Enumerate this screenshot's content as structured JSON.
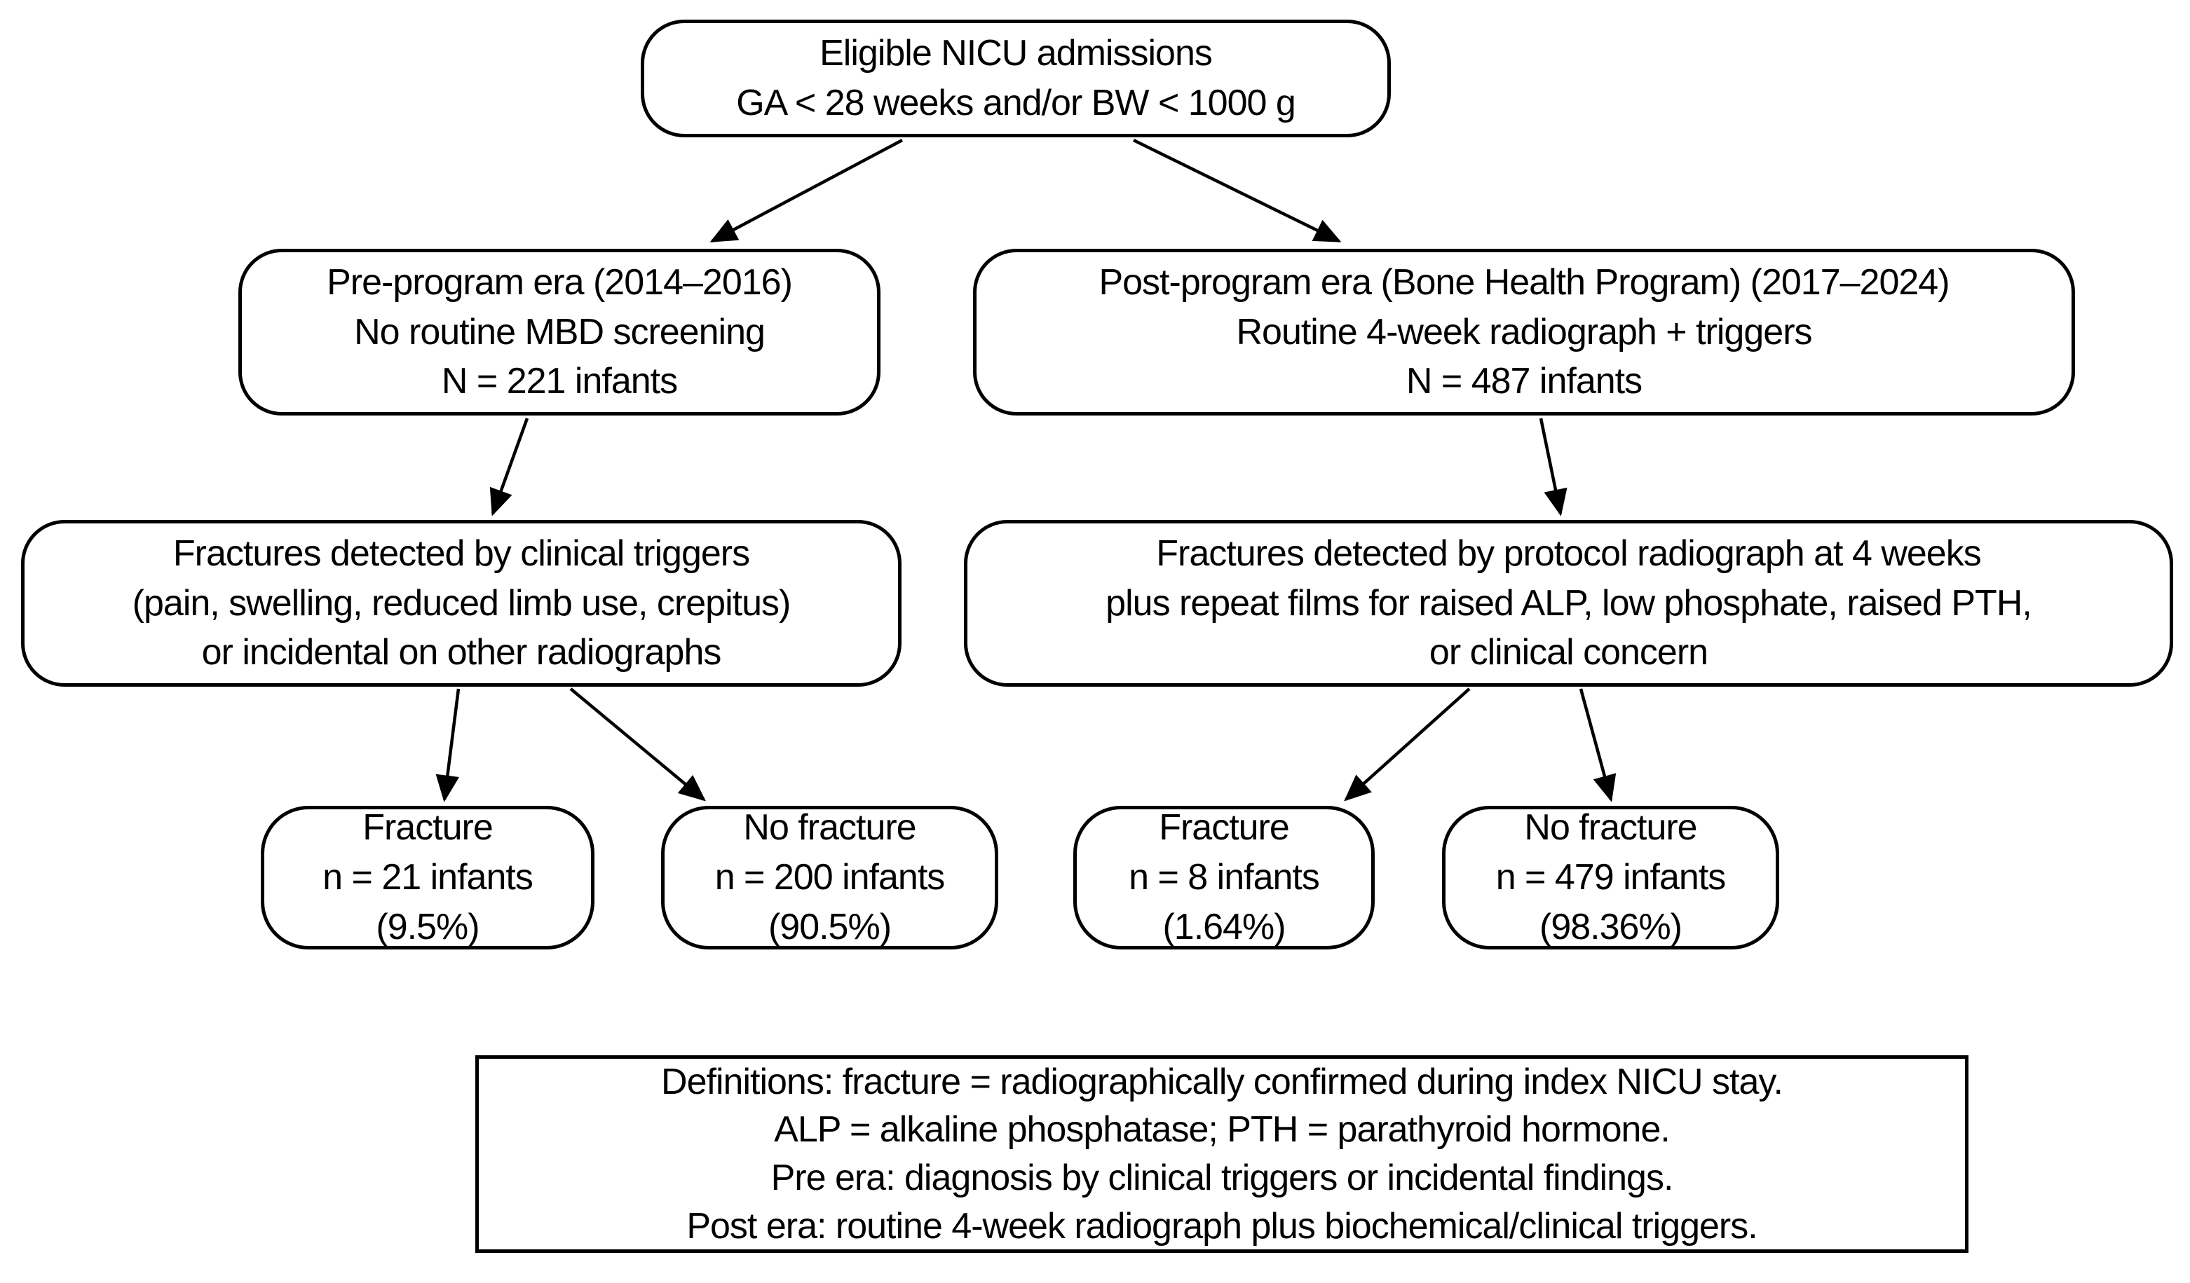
{
  "diagram": {
    "title_hint": "NICU metabolic bone disease fracture detection flowchart",
    "colors": {
      "border": "#000000",
      "background": "#ffffff",
      "text": "#000000",
      "arrow": "#000000"
    },
    "nodes": {
      "root": {
        "lines": [
          "Eligible NICU admissions",
          "GA < 28 weeks and/or BW < 1000 g"
        ]
      },
      "pre_era": {
        "lines": [
          "Pre-program era (2014–2016)",
          "No routine MBD screening",
          "N = 221 infants"
        ]
      },
      "post_era": {
        "lines": [
          "Post-program era (Bone Health Program) (2017–2024)",
          "Routine 4-week radiograph + triggers",
          "N = 487 infants"
        ]
      },
      "pre_detection": {
        "lines": [
          "Fractures detected by clinical triggers",
          "(pain, swelling, reduced limb use, crepitus)",
          "or incidental on other radiographs"
        ]
      },
      "post_detection": {
        "lines": [
          "Fractures detected by protocol radiograph at 4 weeks",
          "plus repeat films for raised ALP, low phosphate, raised PTH,",
          "or clinical concern"
        ]
      },
      "pre_fracture": {
        "lines": [
          "Fracture",
          "n = 21 infants",
          "(9.5%)"
        ]
      },
      "pre_no_fracture": {
        "lines": [
          "No fracture",
          "n = 200 infants",
          "(90.5%)"
        ]
      },
      "post_fracture": {
        "lines": [
          "Fracture",
          "n = 8 infants",
          "(1.64%)"
        ]
      },
      "post_no_fracture": {
        "lines": [
          "No fracture",
          "n = 479 infants",
          "(98.36%)"
        ]
      },
      "definitions": {
        "lines": [
          "Definitions: fracture = radiographically confirmed during index NICU stay.",
          "ALP = alkaline phosphatase; PTH = parathyroid hormone.",
          "Pre era: diagnosis by clinical triggers or incidental findings.",
          "Post era: routine 4-week radiograph plus biochemical/clinical triggers."
        ]
      }
    }
  }
}
